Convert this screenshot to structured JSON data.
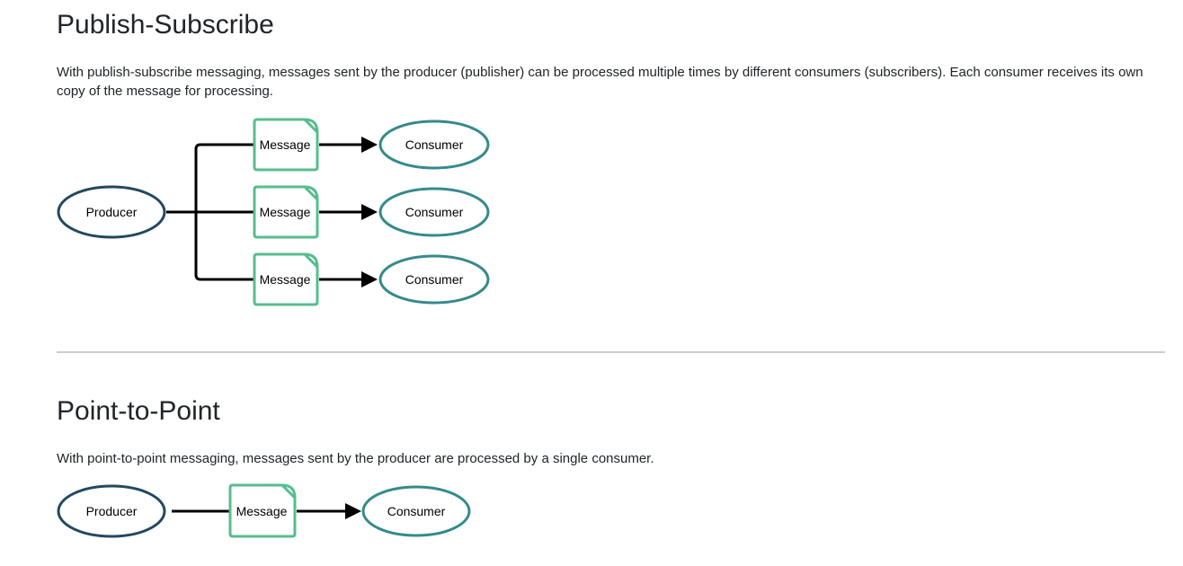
{
  "sections": {
    "pubsub": {
      "heading": "Publish-Subscribe",
      "paragraph": "With publish-subscribe messaging, messages sent by the producer (publisher) can be processed multiple times by different consumers (subscribers). Each consumer receives its own copy of the message for processing."
    },
    "p2p": {
      "heading": "Point-to-Point",
      "paragraph": "With point-to-point messaging, messages sent by the producer are processed by a single consumer."
    }
  },
  "diagram": {
    "producer": "Producer",
    "message": "Message",
    "consumer": "Consumer"
  },
  "colors": {
    "producer_stroke": "#234860",
    "message_stroke": "#57bd8e",
    "consumer_stroke": "#368a8b",
    "connector": "#000000",
    "divider": "#cccccc",
    "text": "#212529"
  }
}
